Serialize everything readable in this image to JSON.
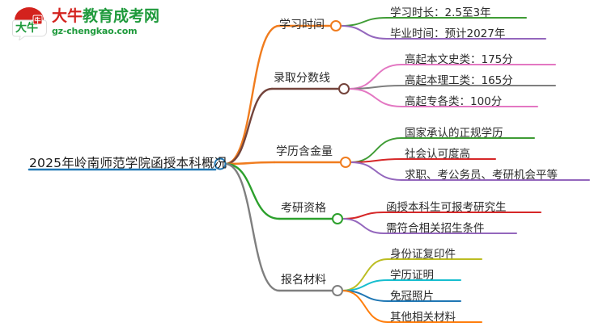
{
  "logo": {
    "name": "大牛教育成考网",
    "name_part_red": "大牛",
    "name_part_green": "教育成考网",
    "domain": "gz-chengkao.com",
    "mark_text": "大牛",
    "colors": {
      "red": "#d3221d",
      "green": "#1f9a3c"
    }
  },
  "mindmap": {
    "root": {
      "label": "2025年岭南师范学院函授本科概况",
      "color": "#1f77b4"
    },
    "branches": [
      {
        "label": "学习时间",
        "color": "#f07c1e",
        "children": [
          {
            "label": "学习时长：2.5至3年",
            "color": "#3f9c35"
          },
          {
            "label": "毕业时间：预计2027年",
            "color": "#9467bd"
          }
        ]
      },
      {
        "label": "录取分数线",
        "color": "#74443c",
        "children": [
          {
            "label": "高起本文史类：175分",
            "color": "#e377c2"
          },
          {
            "label": "高起本理工类：165分",
            "color": "#7f7f7f"
          },
          {
            "label": "高起专各类：100分",
            "color": "#e377c2"
          }
        ]
      },
      {
        "label": "学历含金量",
        "color": "#f07c1e",
        "children": [
          {
            "label": "国家承认的正规学历",
            "color": "#3f9c35"
          },
          {
            "label": "社会认可度高",
            "color": "#d62728"
          },
          {
            "label": "求职、考公务员、考研机会平等",
            "color": "#9467bd"
          }
        ]
      },
      {
        "label": "考研资格",
        "color": "#2ca02c",
        "children": [
          {
            "label": "函授本科生可报考研究生",
            "color": "#d62728"
          },
          {
            "label": "需符合相关招生条件",
            "color": "#9467bd"
          }
        ]
      },
      {
        "label": "报名材料",
        "color": "#7f7f7f",
        "children": [
          {
            "label": "身份证复印件",
            "color": "#bcbd22"
          },
          {
            "label": "学历证明",
            "color": "#17becf"
          },
          {
            "label": "免冠照片",
            "color": "#1f77b4"
          },
          {
            "label": "其他相关材料",
            "color": "#ff7f0e"
          }
        ]
      }
    ]
  }
}
